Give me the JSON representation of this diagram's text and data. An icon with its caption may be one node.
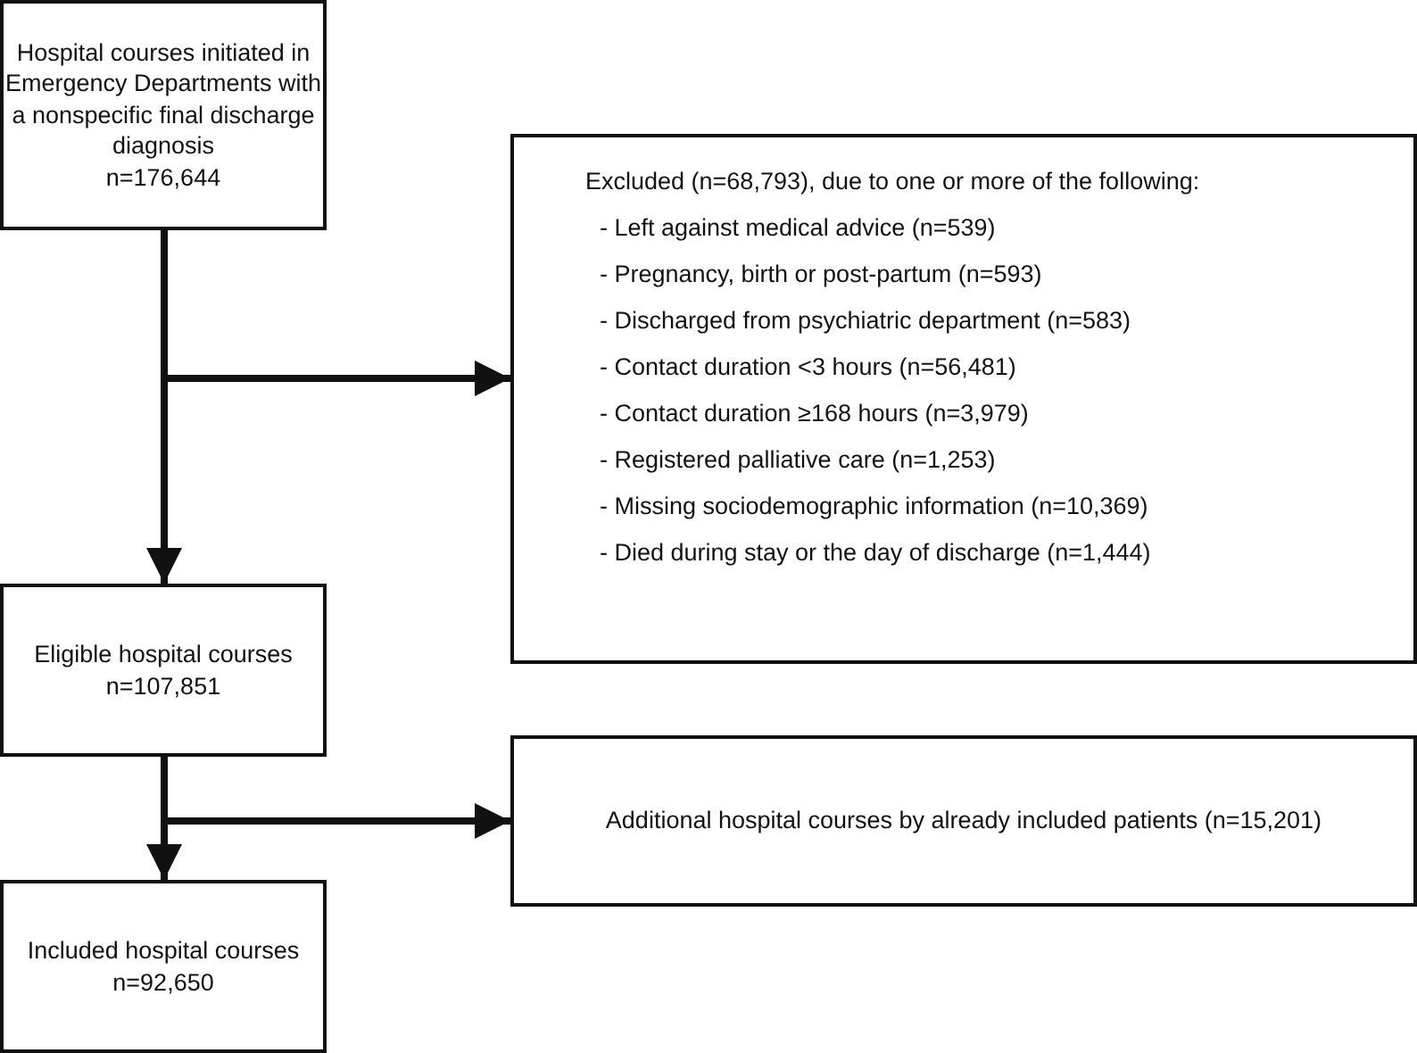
{
  "diagram": {
    "nodes": [
      {
        "text": [
          "Hospital courses initiated in Emergency Departments with a nonspecific final discharge diagnosis",
          "n=176,644"
        ]
      },
      {
        "text": [
          "Excluded (n=68,793), due to one or more of the following:",
          "- Left against medical advice (n=539)",
          "- Pregnancy, birth or post-partum (n=593)",
          "- Discharged from psychiatric department (n=583)",
          "- Contact duration <3 hours (n=56,481)",
          "- Contact duration ≥168 hours (n=3,979)",
          "- Registered palliative care (n=1,253)",
          "- Missing sociodemographic information (n=10,369)",
          "- Died during stay or the day of discharge (n=1,444)"
        ]
      },
      {
        "text": [
          "Eligible hospital courses",
          "n=107,851"
        ]
      },
      {
        "text": [
          "Additional hospital courses by already included patients (n=15,201)"
        ]
      },
      {
        "text": [
          "Included hospital courses",
          "n=92,650"
        ]
      }
    ],
    "edges": [
      {
        "from": 0,
        "to": 2,
        "arrow": "to"
      },
      {
        "from": 0,
        "to": 1,
        "arrow": "to"
      },
      {
        "from": 2,
        "to": 4,
        "arrow": "to"
      },
      {
        "from": 2,
        "to": 3,
        "arrow": "to"
      }
    ]
  }
}
